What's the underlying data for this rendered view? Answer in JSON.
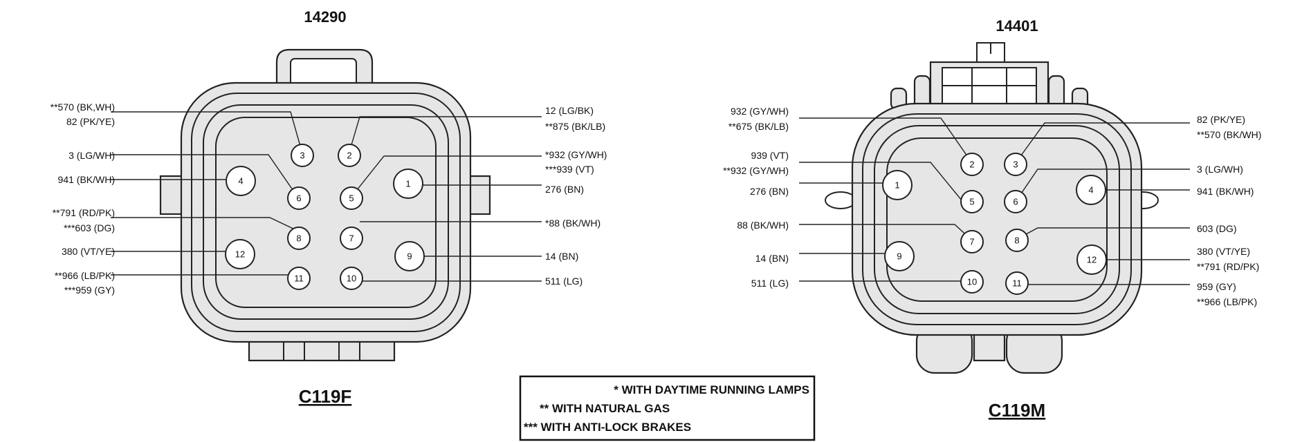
{
  "connectors": [
    {
      "part_number": "14290",
      "name": "C119F",
      "left_labels": [
        {
          "lines": [
            "**570 (BK,WH)",
            "82 (PK/YE)"
          ],
          "pin": "3"
        },
        {
          "lines": [
            "3 (LG/WH)"
          ],
          "pin": "6"
        },
        {
          "lines": [
            "941 (BK/WH)"
          ],
          "pin": "4"
        },
        {
          "lines": [
            "**791 (RD/PK)",
            "***603 (DG)"
          ],
          "pin": "8"
        },
        {
          "lines": [
            "380 (VT/YE)"
          ],
          "pin": "12"
        },
        {
          "lines": [
            "**966 (LB/PK)",
            "***959 (GY)"
          ],
          "pin": "11"
        }
      ],
      "right_labels": [
        {
          "lines": [
            "12 (LG/BK)",
            "**875 (BK/LB)"
          ],
          "pin": "2"
        },
        {
          "lines": [
            "*932 (GY/WH)",
            "***939 (VT)"
          ],
          "pin": "5"
        },
        {
          "lines": [
            "276 (BN)"
          ],
          "pin": "1"
        },
        {
          "lines": [
            "*88 (BK/WH)"
          ],
          "pin": "7"
        },
        {
          "lines": [
            "14 (BN)"
          ],
          "pin": "9"
        },
        {
          "lines": [
            "511 (LG)"
          ],
          "pin": "10"
        }
      ]
    },
    {
      "part_number": "14401",
      "name": "C119M",
      "left_labels": [
        {
          "lines": [
            "932 (GY/WH)",
            "**675 (BK/LB)"
          ],
          "pin": "2"
        },
        {
          "lines": [
            "939 (VT)",
            "**932 (GY/WH)"
          ],
          "pin": "5"
        },
        {
          "lines": [
            "276 (BN)"
          ],
          "pin": "1"
        },
        {
          "lines": [
            "88 (BK/WH)"
          ],
          "pin": "7"
        },
        {
          "lines": [
            "14 (BN)"
          ],
          "pin": "9"
        },
        {
          "lines": [
            "511 (LG)"
          ],
          "pin": "10"
        }
      ],
      "right_labels": [
        {
          "lines": [
            "82 (PK/YE)",
            "**570 (BK/WH)"
          ],
          "pin": "3"
        },
        {
          "lines": [
            "3 (LG/WH)"
          ],
          "pin": "6"
        },
        {
          "lines": [
            "941 (BK/WH)"
          ],
          "pin": "4"
        },
        {
          "lines": [
            "603 (DG)"
          ],
          "pin": "8"
        },
        {
          "lines": [
            "380 (VT/YE)",
            "**791 (RD/PK)"
          ],
          "pin": "12"
        },
        {
          "lines": [
            "959 (GY)",
            "**966 (LB/PK)"
          ],
          "pin": "11"
        }
      ]
    }
  ],
  "legend": [
    "* WITH DAYTIME RUNNING LAMPS",
    "** WITH NATURAL GAS",
    "*** WITH ANTI-LOCK BRAKES"
  ],
  "colors": {
    "ink": "#111111",
    "body_shade": "#e6e6e6",
    "background": "#ffffff"
  }
}
